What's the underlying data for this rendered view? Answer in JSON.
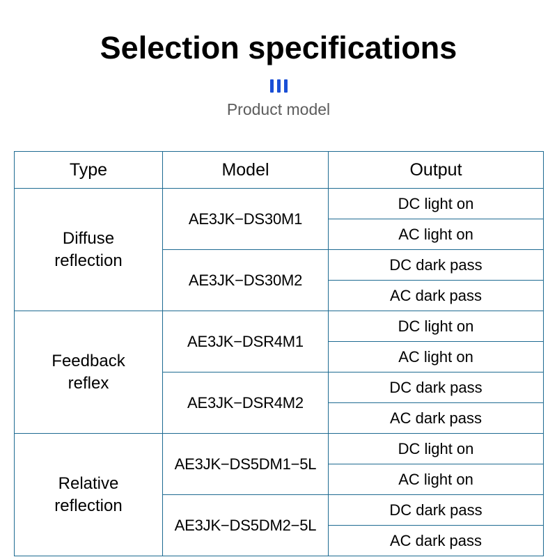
{
  "header": {
    "title": "Selection specifications",
    "subtitle": "Product model",
    "accent_color": "#1a4fd6",
    "divider_marks": [
      "mark-1",
      "mark-2",
      "mark-3"
    ]
  },
  "table": {
    "border_color": "#1d6a91",
    "columns": [
      "Type",
      "Model",
      "Output"
    ],
    "groups": [
      {
        "type": "Diffuse reflection",
        "type_lines": [
          "Diffuse",
          "reflection"
        ],
        "models": [
          {
            "model": "AE3JK−DS30M1",
            "outputs": [
              "DC light on",
              "AC light on"
            ]
          },
          {
            "model": "AE3JK−DS30M2",
            "outputs": [
              "DC dark pass",
              "AC dark pass"
            ]
          }
        ]
      },
      {
        "type": "Feedback reflex",
        "type_lines": [
          "Feedback",
          "reflex"
        ],
        "models": [
          {
            "model": "AE3JK−DSR4M1",
            "outputs": [
              "DC light on",
              "AC light on"
            ]
          },
          {
            "model": "AE3JK−DSR4M2",
            "outputs": [
              "DC dark pass",
              "AC dark pass"
            ]
          }
        ]
      },
      {
        "type": "Relative reflection",
        "type_lines": [
          "Relative",
          "reflection"
        ],
        "models": [
          {
            "model": "AE3JK−DS5DM1−5L",
            "outputs": [
              "DC light on",
              "AC light on"
            ]
          },
          {
            "model": "AE3JK−DS5DM2−5L",
            "outputs": [
              "DC dark pass",
              "AC dark pass"
            ]
          }
        ]
      }
    ]
  }
}
